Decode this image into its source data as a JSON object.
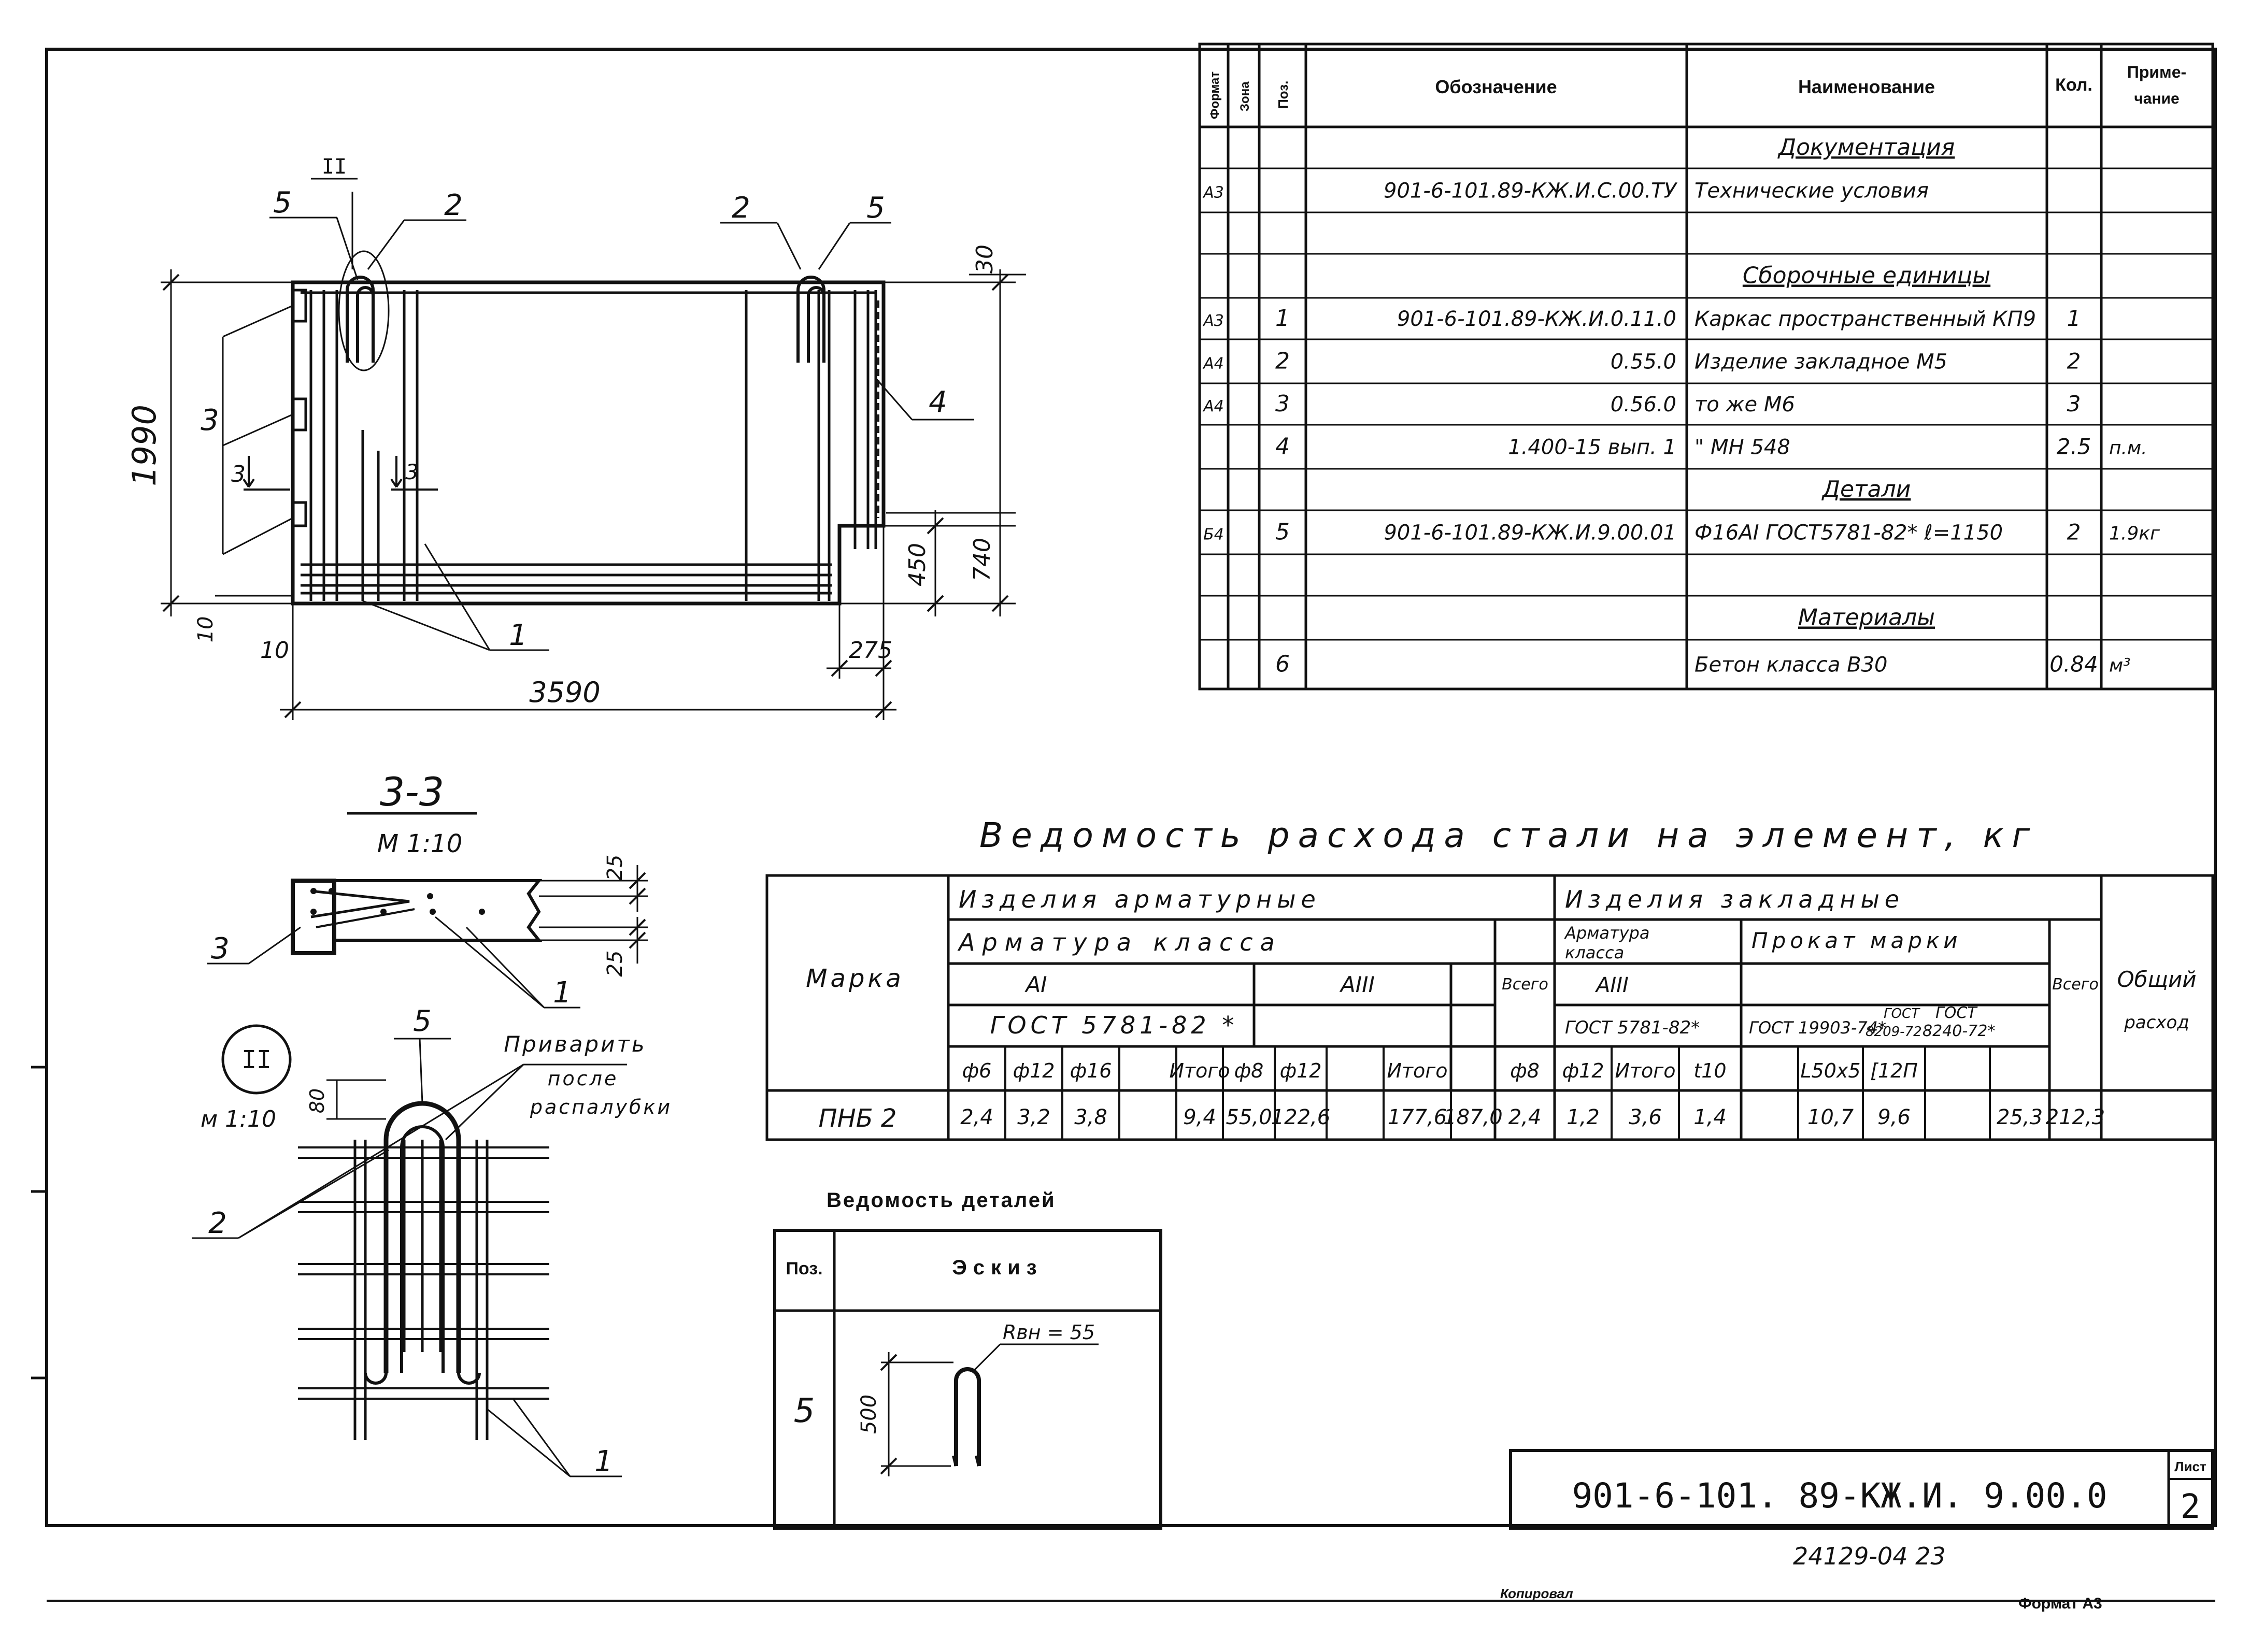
{
  "spec_table": {
    "headers": {
      "format": "Формат",
      "zone": "Зона",
      "pos": "Поз.",
      "designation": "Обозначение",
      "name": "Наименование",
      "qty": "Кол.",
      "note_line1": "Приме-",
      "note_line2": "чание"
    },
    "rows": [
      {
        "format": "",
        "pos": "",
        "designation": "",
        "name": "Документация",
        "qty": "",
        "note": "",
        "heading": true
      },
      {
        "format": "А3",
        "pos": "",
        "designation": "901-6-101.89-КЖ.И.С.00.ТУ",
        "name": "Технические условия",
        "qty": "",
        "note": ""
      },
      {
        "format": "",
        "pos": "",
        "designation": "",
        "name": "",
        "qty": "",
        "note": ""
      },
      {
        "format": "",
        "pos": "",
        "designation": "",
        "name": "Сборочные единицы",
        "qty": "",
        "note": "",
        "heading": true
      },
      {
        "format": "А3",
        "pos": "1",
        "designation": "901-6-101.89-КЖ.И.0.11.0",
        "name": "Каркас пространственный КП9",
        "qty": "1",
        "note": ""
      },
      {
        "format": "А4",
        "pos": "2",
        "designation": "0.55.0",
        "name": "Изделие закладное М5",
        "qty": "2",
        "note": ""
      },
      {
        "format": "А4",
        "pos": "3",
        "designation": "0.56.0",
        "name": "то же М6",
        "qty": "3",
        "note": ""
      },
      {
        "format": "",
        "pos": "4",
        "designation": "1.400-15 вып. 1",
        "name": "\"  МН 548",
        "qty": "2.5",
        "note": "п.м."
      },
      {
        "format": "",
        "pos": "",
        "designation": "",
        "name": "Детали",
        "qty": "",
        "note": "",
        "heading": true
      },
      {
        "format": "Б4",
        "pos": "5",
        "designation": "901-6-101.89-КЖ.И.9.00.01",
        "name": "Ф16АI ГОСТ5781-82* ℓ=1150",
        "qty": "2",
        "note": "1.9кг"
      },
      {
        "format": "",
        "pos": "",
        "designation": "",
        "name": "",
        "qty": "",
        "note": ""
      },
      {
        "format": "",
        "pos": "",
        "designation": "",
        "name": "Материалы",
        "qty": "",
        "note": "",
        "heading": true
      },
      {
        "format": "",
        "pos": "6",
        "designation": "",
        "name": "Бетон класса В30",
        "qty": "0.84",
        "note": "м³"
      }
    ]
  },
  "plan": {
    "dims": {
      "width": "3590",
      "height": "1990",
      "d30": "30",
      "d10_left": "10",
      "d10_bottom": "10",
      "d275": "275",
      "d450": "450",
      "d740": "740"
    },
    "callouts": {
      "c1": "1",
      "c2a": "2",
      "c2b": "2",
      "c3": "3",
      "c4": "4",
      "c5a": "5",
      "c5b": "5",
      "section": "3",
      "node": "II"
    }
  },
  "section_33": {
    "title": "3-3",
    "scale": "М 1:10",
    "dim_25a": "25",
    "dim_25b": "25",
    "callout_3": "3",
    "callout_1": "1"
  },
  "node_detail": {
    "label": "II",
    "scale": "м 1:10",
    "dim_80": "80",
    "callout_5": "5",
    "callout_2": "2",
    "callout_1": "1",
    "note_line1": "Приварить",
    "note_line2": "после",
    "note_line3": "распалубки"
  },
  "steel_table": {
    "title": "Ведомость расхода стали на элемент, кг",
    "mark_header": "Марка",
    "rebar_products": "Изделия арматурные",
    "embedded_products": "Изделия закладные",
    "rebar_class": "Арматура класса",
    "class_a1": "АI",
    "class_a3": "АIII",
    "gost_5781": "ГОСТ 5781-82 *",
    "vsego": "Всего",
    "emb_rebar_line1": "Арматура",
    "emb_rebar_line2": "класса",
    "emb_class_a3": "АIII",
    "emb_gost": "ГОСТ 5781-82*",
    "rolled_steel": "Прокат марки",
    "gost_19903": "ГОСТ 19903-74*",
    "gost_8509_line1": "ГОСТ",
    "gost_8509_line2": "8209-72",
    "gost_8240_line1": "ГОСТ",
    "gost_8240_line2": "8240-72*",
    "vsego2": "Всего",
    "total_line1": "Общий",
    "total_line2": "расход",
    "sub_headers": [
      "ф6",
      "ф12",
      "ф16",
      "",
      "Итого",
      "ф8",
      "ф12",
      "",
      "Итого",
      "",
      "ф8",
      "ф12",
      "Итого",
      "t10",
      "",
      "L50x5",
      "[12П",
      "",
      "",
      ""
    ],
    "row": {
      "mark": "ПНБ 2",
      "values": [
        "2,4",
        "3,2",
        "3,8",
        "",
        "9,4",
        "55,0",
        "122,6",
        "",
        "177,6",
        "187,0",
        "2,4",
        "1,2",
        "3,6",
        "1,4",
        "",
        "10,7",
        "9,6",
        "",
        "25,3",
        "212,3"
      ]
    }
  },
  "details_table": {
    "title": "Ведомость деталей",
    "pos_header": "Поз.",
    "sketch_header": "Эскиз",
    "pos_value": "5",
    "dim_500": "500",
    "radius": "Rвн = 55"
  },
  "title_block": {
    "code": "901-6-101. 89-КЖ.И. 9.00.0",
    "sheet_label": "Лист",
    "sheet_number": "2",
    "archive_number": "24129-04   23",
    "copied": "Копировал",
    "format": "Формат А3"
  }
}
